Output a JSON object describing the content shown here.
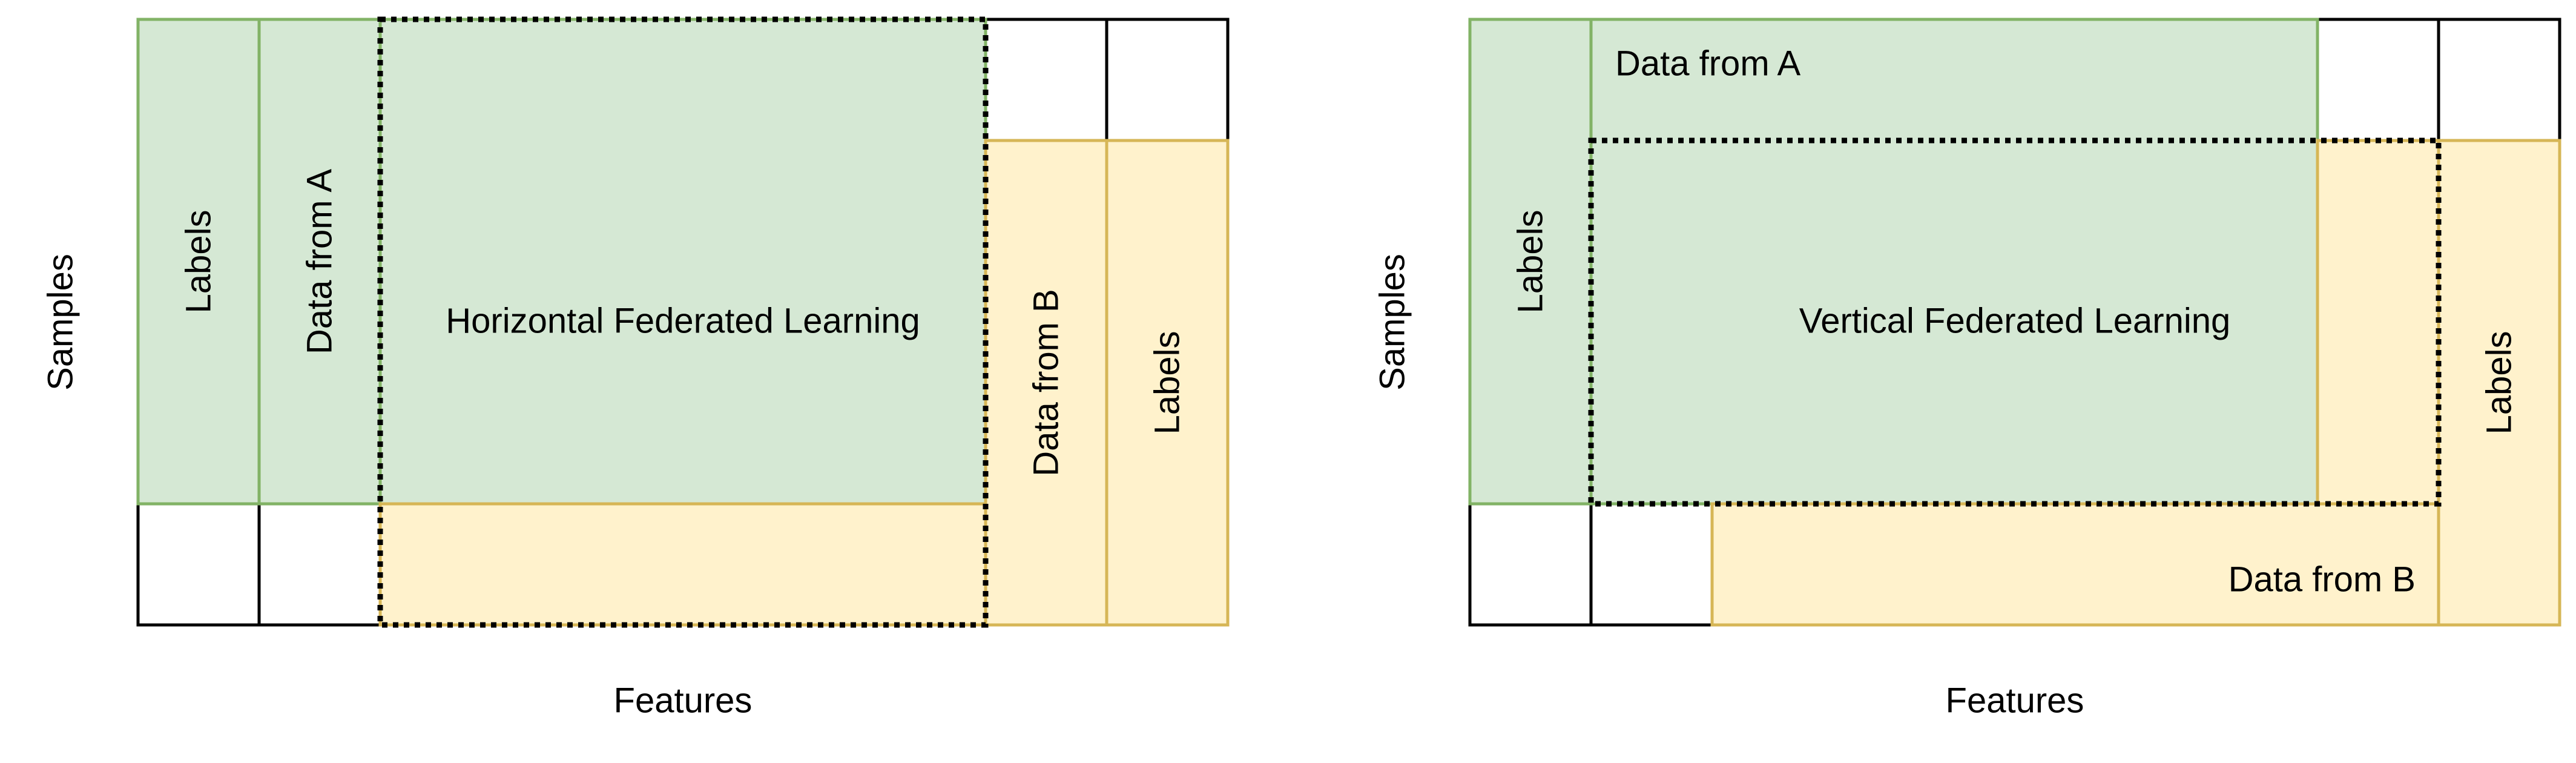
{
  "colors": {
    "green_fill": "#d5e8d4",
    "green_stroke": "#82b366",
    "yellow_fill": "#fff2cc",
    "yellow_stroke": "#d6b656",
    "black": "#000000",
    "white": "#ffffff"
  },
  "left": {
    "axis_y": "Samples",
    "axis_x": "Features",
    "labels_a": "Labels",
    "data_a": "Data from A",
    "title": "Horizontal Federated Learning",
    "data_b": "Data from B",
    "labels_b": "Labels"
  },
  "right": {
    "axis_y": "Samples",
    "axis_x": "Features",
    "labels_a": "Labels",
    "data_a": "Data from A",
    "title": "Vertical Federated Learning",
    "data_b": "Data from B",
    "labels_b": "Labels"
  }
}
